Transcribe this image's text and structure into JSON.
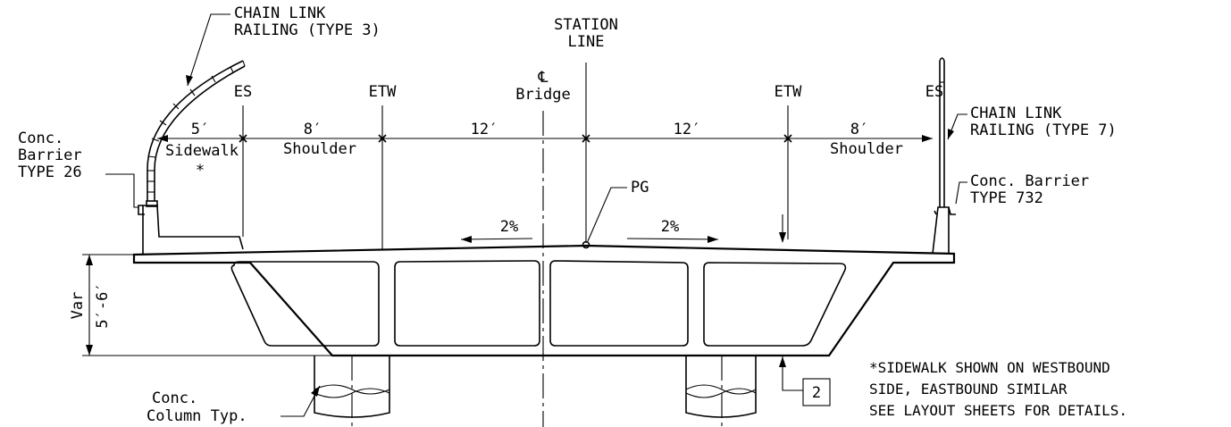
{
  "labels": {
    "chain_link_type3_l1": "CHAIN LINK",
    "chain_link_type3_l2": "RAILING (TYPE 3)",
    "station_line_l1": "STATION",
    "station_line_l2": "LINE",
    "cl_symbol": "℄",
    "cl_bridge": "Bridge",
    "es_left": "ES",
    "etw_left": "ETW",
    "etw_right": "ETW",
    "es_right": "ES",
    "dim_5": "5′",
    "dim_8_left": "8′",
    "dim_12_left": "12′",
    "dim_12_right": "12′",
    "dim_8_right": "8′",
    "sidewalk": "Sidewalk",
    "asterisk": "*",
    "shoulder_left": "Shoulder",
    "shoulder_right": "Shoulder",
    "chain_link_type7_l1": "CHAIN LINK",
    "chain_link_type7_l2": "RAILING (TYPE 7)",
    "conc_barrier_26_l1": "Conc.",
    "conc_barrier_26_l2": "Barrier",
    "conc_barrier_26_l3": "TYPE 26",
    "pg": "PG",
    "conc_barrier_732_l1": "Conc. Barrier",
    "conc_barrier_732_l2": "TYPE 732",
    "slope_left": "2%",
    "slope_right": "2%",
    "var": "Var",
    "depth": "5′-6′",
    "conc_column_l1": "Conc.",
    "conc_column_l2": "Column Typ.",
    "note_tag": "2",
    "note_l1": "*SIDEWALK SHOWN ON WESTBOUND",
    "note_l2": "SIDE, EASTBOUND SIMILAR",
    "note_l3": "SEE LAYOUT SHEETS FOR DETAILS."
  }
}
